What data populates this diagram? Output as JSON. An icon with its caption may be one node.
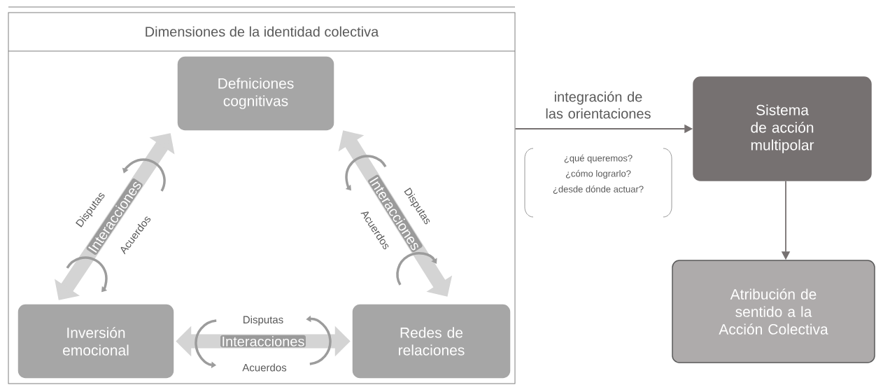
{
  "diagram": {
    "nodes": [
      {
        "text": [
          "Dimensiones de la identidad colectiva"
        ]
      },
      {
        "text": [
          "Defniciones cognitivas"
        ],
        "in": 0
      },
      {
        "text": [
          "Inversión emocional"
        ],
        "in": 0
      },
      {
        "text": [
          "Redes de relaciones"
        ],
        "in": 0
      },
      {
        "text": [
          "Sistema de acción multipolar"
        ]
      },
      {
        "text": [
          "Atribución de sentido a la Acción Colectiva"
        ]
      }
    ],
    "edges": [
      {
        "from": 1,
        "to": 2,
        "arrow": "both",
        "label": "Interacciones"
      },
      {
        "from": 1,
        "to": 3,
        "arrow": "both",
        "label": "Interacciones"
      },
      {
        "from": 2,
        "to": 3,
        "arrow": "both",
        "label": "Interacciones"
      },
      {
        "from": 0,
        "to": 4,
        "arrow": "to",
        "label": "integración de las orientaciones",
        "color": "#767171"
      },
      {
        "from": 4,
        "to": 5,
        "arrow": "to",
        "color": "#767171"
      }
    ],
    "labels": [
      "Disputas",
      "Acuerdos",
      "Disputas",
      "Acuerdos",
      "Disputas",
      "Acuerdos",
      "¿qué queremos?",
      "¿cómo lograrlo?",
      "¿desde dónde actuar?"
    ]
  }
}
